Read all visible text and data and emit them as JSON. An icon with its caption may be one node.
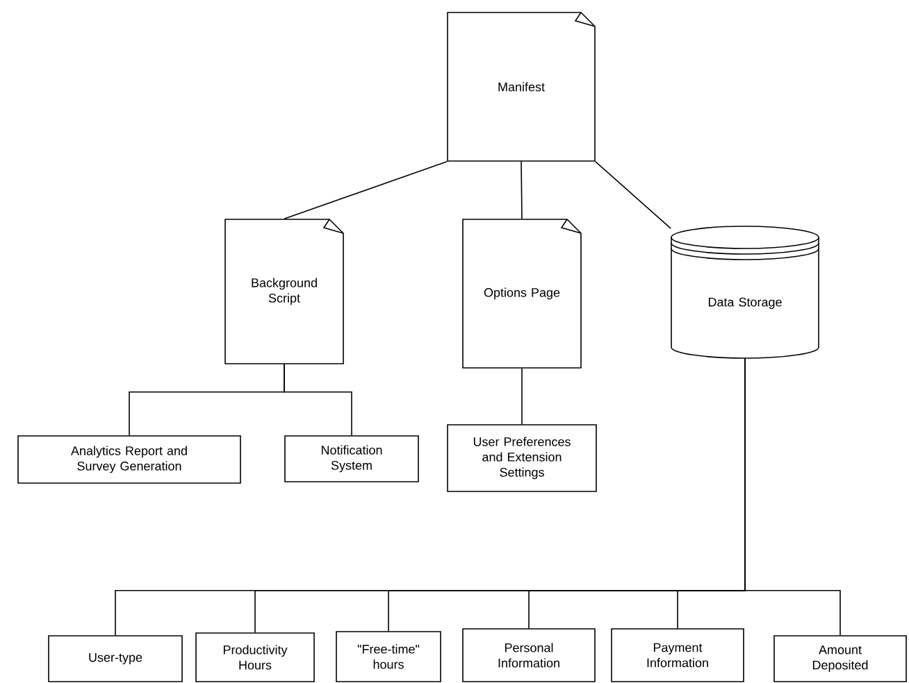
{
  "diagram": {
    "nodes": [
      {
        "text": [
          "Manifest"
        ]
      },
      {
        "text": [
          "Background Script"
        ]
      },
      {
        "text": [
          "Options Page"
        ]
      },
      {
        "text": [
          "Data Storage"
        ]
      },
      {
        "text": [
          "Analytics Report and Survey Generation"
        ]
      },
      {
        "text": [
          "Notification System"
        ]
      },
      {
        "text": [
          "User Preferences and Extension Settings"
        ]
      },
      {
        "text": [
          "User-type"
        ]
      },
      {
        "text": [
          "Productivity Hours"
        ]
      },
      {
        "text": [
          "\"Free-time\" hours"
        ]
      },
      {
        "text": [
          "Personal Information"
        ]
      },
      {
        "text": [
          "Payment Information"
        ]
      },
      {
        "text": [
          "Amount Deposited"
        ]
      }
    ],
    "edges": [
      {
        "from": 0,
        "to": 1,
        "arrow": "none"
      },
      {
        "from": 0,
        "to": 2,
        "arrow": "none"
      },
      {
        "from": 0,
        "to": 3,
        "arrow": "none"
      },
      {
        "from": 1,
        "to": 4,
        "arrow": "none"
      },
      {
        "from": 1,
        "to": 5,
        "arrow": "none"
      },
      {
        "from": 2,
        "to": 6,
        "arrow": "none"
      },
      {
        "from": 3,
        "to": 7,
        "arrow": "none"
      },
      {
        "from": 3,
        "to": 8,
        "arrow": "none"
      },
      {
        "from": 3,
        "to": 9,
        "arrow": "none"
      },
      {
        "from": 3,
        "to": 10,
        "arrow": "none"
      },
      {
        "from": 3,
        "to": 11,
        "arrow": "none"
      },
      {
        "from": 3,
        "to": 12,
        "arrow": "none"
      }
    ]
  }
}
